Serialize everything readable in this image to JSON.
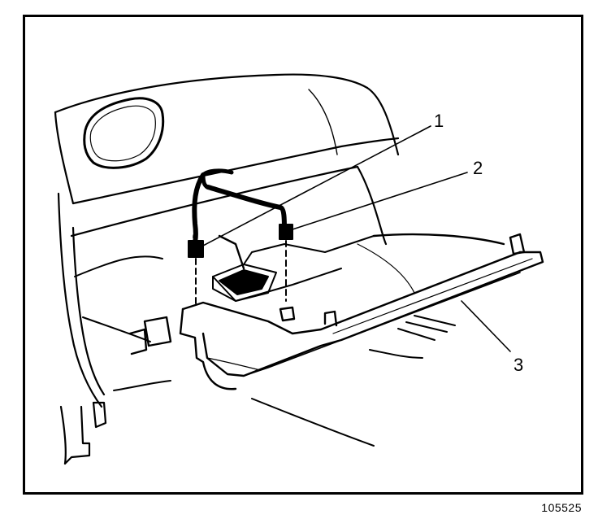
{
  "diagram": {
    "callouts": [
      {
        "id": "1",
        "label": "1"
      },
      {
        "id": "2",
        "label": "2"
      },
      {
        "id": "3",
        "label": "3"
      }
    ],
    "figure_number": "105525"
  }
}
